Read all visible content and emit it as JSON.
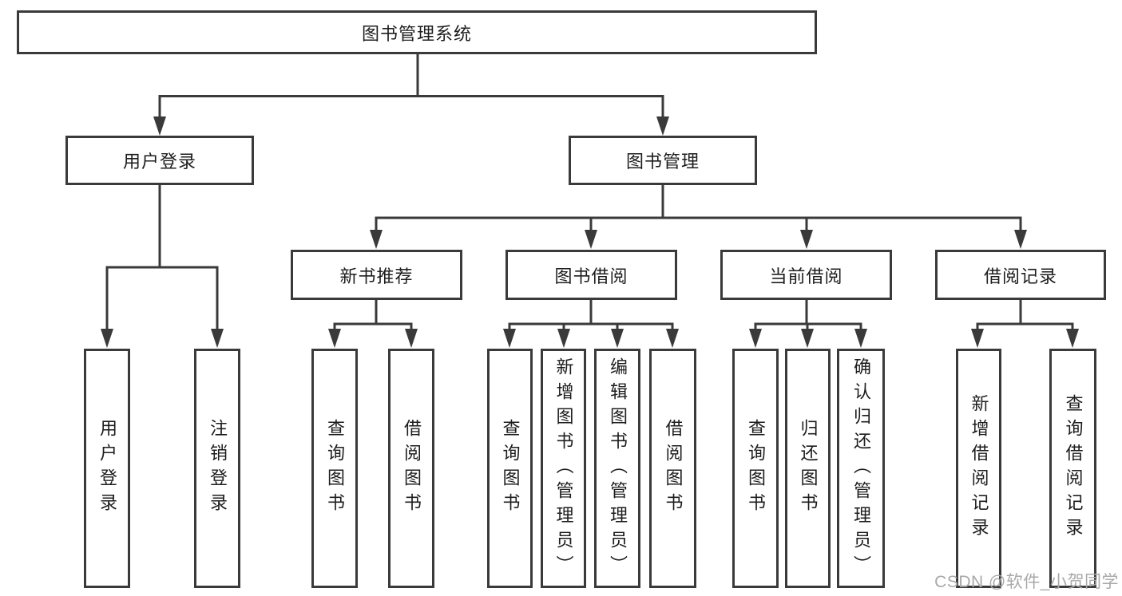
{
  "tree": {
    "root": {
      "label": "图书管理系统",
      "children": [
        {
          "label": "用户登录",
          "children": [
            {
              "label": "用户登录"
            },
            {
              "label": "注销登录"
            }
          ]
        },
        {
          "label": "图书管理",
          "children": [
            {
              "label": "新书推荐",
              "children": [
                {
                  "label": "查询图书"
                },
                {
                  "label": "借阅图书"
                }
              ]
            },
            {
              "label": "图书借阅",
              "children": [
                {
                  "label": "查询图书"
                },
                {
                  "label": "新增图书（管理员）"
                },
                {
                  "label": "编辑图书（管理员）"
                },
                {
                  "label": "借阅图书"
                }
              ]
            },
            {
              "label": "当前借阅",
              "children": [
                {
                  "label": "查询图书"
                },
                {
                  "label": "归还图书"
                },
                {
                  "label": "确认归还（管理员）"
                }
              ]
            },
            {
              "label": "借阅记录",
              "children": [
                {
                  "label": "新增借阅记录"
                },
                {
                  "label": "查询借阅记录"
                }
              ]
            }
          ]
        }
      ]
    }
  },
  "watermark": {
    "text": "CSDN @软件_小贺同学"
  },
  "colors": {
    "line": "#3a3a3a",
    "box_border": "#3a3a3a",
    "text": "#1d1d1d",
    "background": "#ffffff",
    "watermark": "#a9a9a9"
  }
}
